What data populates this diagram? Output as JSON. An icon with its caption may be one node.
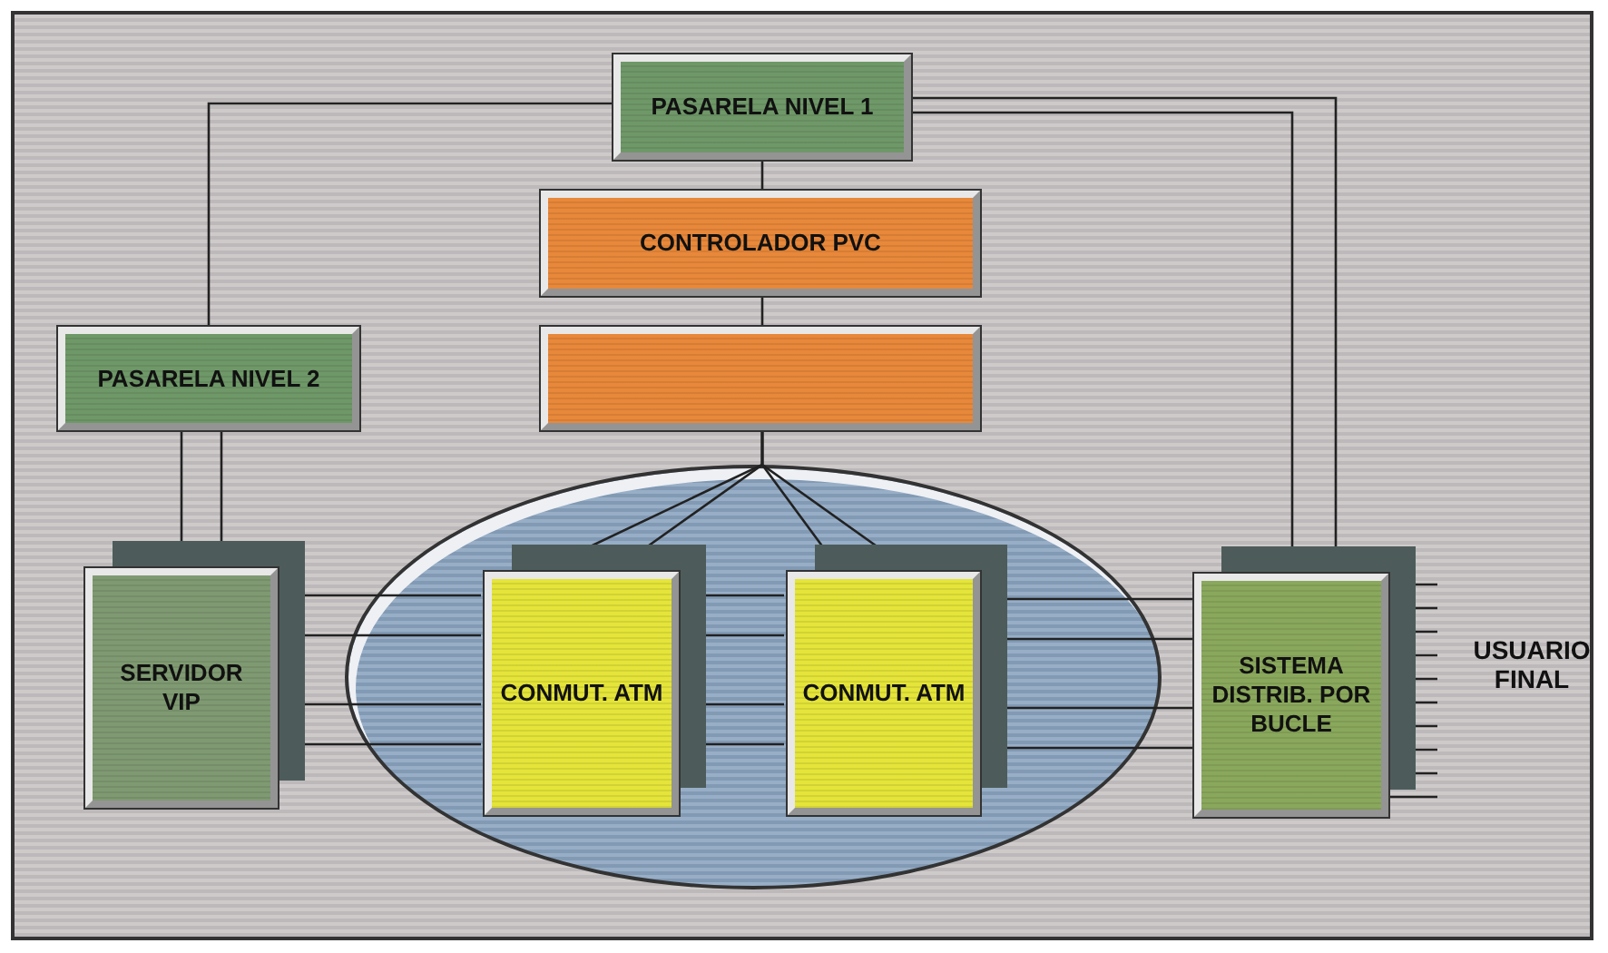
{
  "diagram": {
    "nodes": [
      {
        "text": [
          "PASARELA NIVEL 1"
        ]
      },
      {
        "text": [
          "CONTROLADOR PVC"
        ]
      },
      {
        "text": [],
        "shape": "box"
      },
      {
        "text": [
          "PASARELA NIVEL 2"
        ]
      },
      {
        "text": [],
        "shape": "ellipse"
      },
      {
        "text": [
          "SERVIDOR VIP"
        ]
      },
      {
        "text": [
          "CONMUT. ATM"
        ],
        "in": 4
      },
      {
        "text": [
          "CONMUT. ATM"
        ],
        "in": 4
      },
      {
        "text": [
          "SISTEMA DISTRIB. POR BUCLE"
        ]
      }
    ],
    "edges": [
      {
        "from": 0,
        "to": 3,
        "arrow": "none"
      },
      {
        "from": 0,
        "to": 1,
        "arrow": "none"
      },
      {
        "from": 1,
        "to": 2,
        "arrow": "none"
      },
      {
        "from": 0,
        "to": 8,
        "arrow": "none"
      },
      {
        "from": 0,
        "to": 8,
        "arrow": "none"
      },
      {
        "from": 3,
        "to": 5,
        "arrow": "none"
      },
      {
        "from": 3,
        "to": 5,
        "arrow": "none"
      },
      {
        "from": 2,
        "to": 6,
        "arrow": "none"
      },
      {
        "from": 2,
        "to": 6,
        "arrow": "none"
      },
      {
        "from": 2,
        "to": 7,
        "arrow": "none"
      },
      {
        "from": 2,
        "to": 7,
        "arrow": "none"
      },
      {
        "from": 5,
        "to": 6,
        "arrow": "none"
      },
      {
        "from": 5,
        "to": 6,
        "arrow": "none"
      },
      {
        "from": 5,
        "to": 6,
        "arrow": "none"
      },
      {
        "from": 5,
        "to": 6,
        "arrow": "none"
      },
      {
        "from": 6,
        "to": 7,
        "arrow": "none"
      },
      {
        "from": 6,
        "to": 7,
        "arrow": "none"
      },
      {
        "from": 6,
        "to": 7,
        "arrow": "none"
      },
      {
        "from": 6,
        "to": 7,
        "arrow": "none"
      },
      {
        "from": 7,
        "to": 8,
        "arrow": "none"
      },
      {
        "from": 7,
        "to": 8,
        "arrow": "none"
      },
      {
        "from": 7,
        "to": 8,
        "arrow": "none"
      },
      {
        "from": 7,
        "to": 8,
        "arrow": "none"
      },
      {
        "from": 8,
        "to": null,
        "arrow": "none"
      },
      {
        "from": 8,
        "to": null,
        "arrow": "none"
      },
      {
        "from": 8,
        "to": null,
        "arrow": "none"
      },
      {
        "from": 8,
        "to": null,
        "arrow": "none"
      },
      {
        "from": 8,
        "to": null,
        "arrow": "none"
      },
      {
        "from": 8,
        "to": null,
        "arrow": "none"
      },
      {
        "from": 8,
        "to": null,
        "arrow": "none"
      },
      {
        "from": 8,
        "to": null,
        "arrow": "none"
      },
      {
        "from": 8,
        "to": null,
        "arrow": "none"
      },
      {
        "from": 8,
        "to": null,
        "arrow": "none"
      }
    ],
    "labels": [
      "USUARIO FINAL"
    ]
  }
}
